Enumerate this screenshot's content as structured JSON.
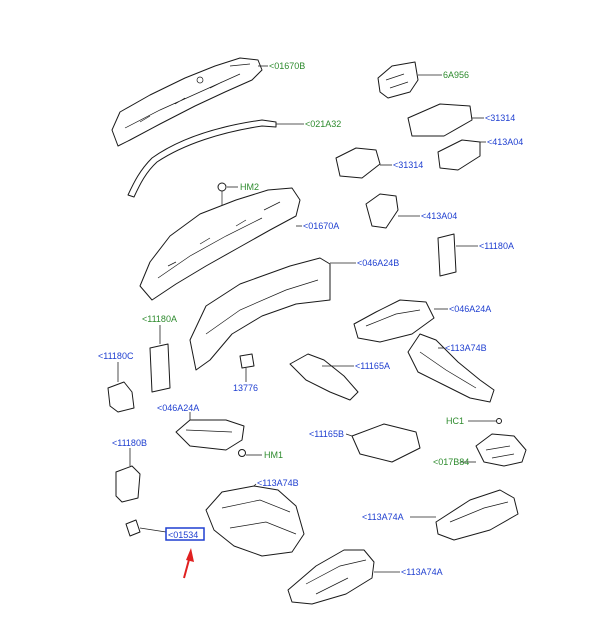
{
  "labels": {
    "l01670B": "<01670B",
    "l6A956": "6A956",
    "l021A32": "<021A32",
    "l31314a": "<31314",
    "l413A04a": "<413A04",
    "l31314b": "<31314",
    "lHM2": "HM2",
    "l413A04b": "<413A04",
    "l01670A": "<01670A",
    "l11180A_r": "<11180A",
    "l046A24B": "<046A24B",
    "l046A24A_r": "<046A24A",
    "l11180A_l": "<11180A",
    "l113A74B_r": "<113A74B",
    "l11180C": "<11180C",
    "l13776": "13776",
    "l11165A": "<11165A",
    "l046A24A_l": "<046A24A",
    "lHC1": "HC1",
    "l11165B": "<11165B",
    "lHM1": "HM1",
    "l11180B": "<11180B",
    "l017B84": "<017B84",
    "l113A74B_b": "<113A74B",
    "l113A74A_r": "<113A74A",
    "l01534": "<01534",
    "l113A74A_b": "<113A74A"
  },
  "colors": {
    "green_label": "#2e8b2e",
    "blue_label": "#1f3fd0",
    "highlight_box": "#1f3fd0",
    "arrow": "#e02020"
  }
}
